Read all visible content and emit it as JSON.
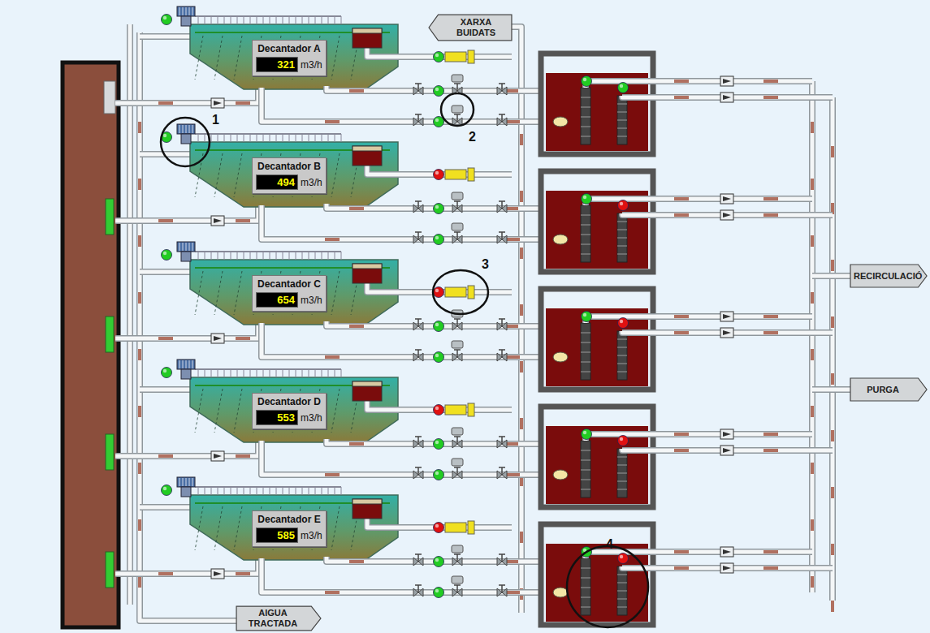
{
  "diagram": {
    "nodes": [
      {
        "text": [
          "XARXA BUIDATS"
        ]
      },
      {
        "text": [
          "Decantador A",
          "321",
          "m3/h"
        ]
      },
      {
        "text": [
          "Decantador B",
          "494",
          "m3/h"
        ]
      },
      {
        "text": [
          "Decantador C",
          "654",
          "m3/h"
        ]
      },
      {
        "text": [
          "Decantador D",
          "553",
          "m3/h"
        ]
      },
      {
        "text": [
          "Decantador E",
          "585",
          "m3/h"
        ]
      },
      {
        "text": [
          "RECIRCULACIÓ"
        ]
      },
      {
        "text": [
          "PURGA"
        ]
      },
      {
        "text": [
          "AIGUA TRACTADA"
        ]
      }
    ],
    "labels": [
      "1",
      "2",
      "3",
      "4"
    ]
  }
}
